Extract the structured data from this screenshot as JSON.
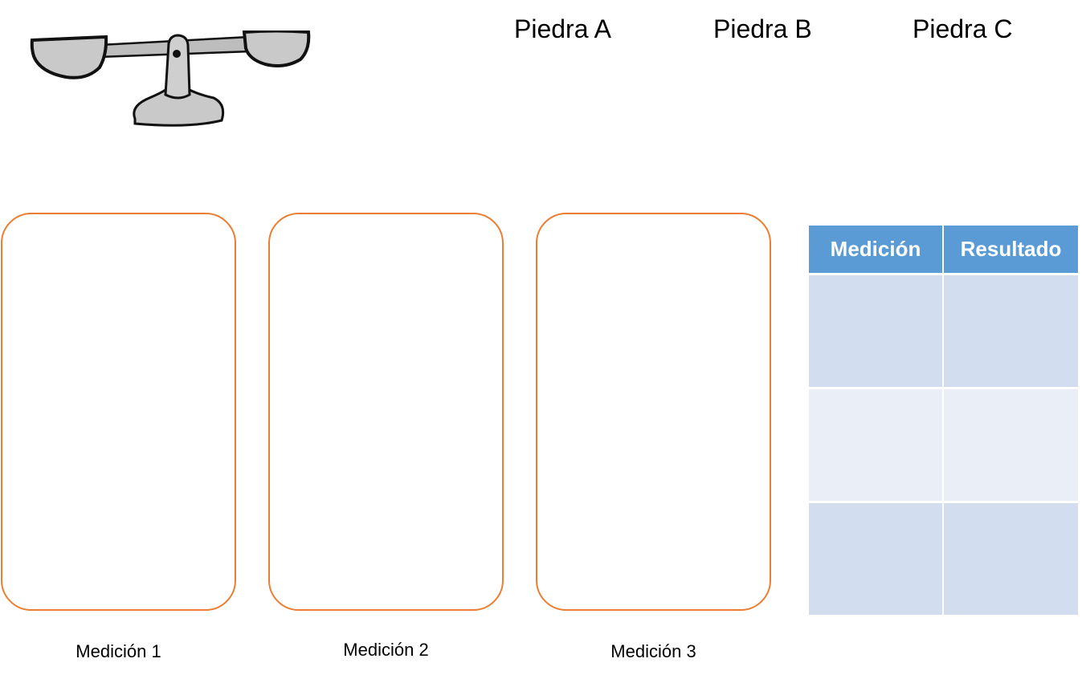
{
  "stones": [
    "Piedra A",
    "Piedra B",
    "Piedra C"
  ],
  "measurements": [
    "Medición 1",
    "Medición 2",
    "Medición 3"
  ],
  "table": {
    "headers": [
      "Medición",
      "Resultado"
    ],
    "rows": [
      [
        "",
        ""
      ],
      [
        "",
        ""
      ],
      [
        "",
        ""
      ]
    ]
  },
  "colors": {
    "panel_border": "#ED7D31",
    "table_header": "#5B9BD5",
    "table_row_dark": "#D2DEEF",
    "table_row_light": "#EAEFF7"
  },
  "icons": [
    "balance-scale-icon"
  ]
}
